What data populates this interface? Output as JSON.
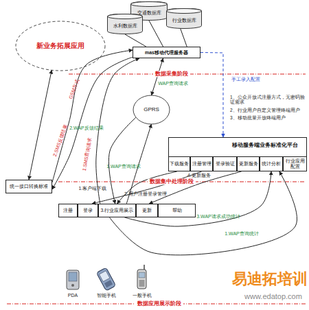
{
  "diagram": {
    "nodes": [
      {
        "text": [
          "交通数据库"
        ]
      },
      {
        "text": [
          "行业数据库"
        ]
      },
      {
        "text": [
          "水利数据库"
        ]
      },
      {
        "text": [
          "新业务拓展应用"
        ]
      },
      {
        "text": [
          "mas移动代理服务器"
        ]
      },
      {
        "text": [
          "GPRS"
        ]
      },
      {
        "text": [
          "统一接口转换标准"
        ]
      },
      {
        "text": [
          "移动服务端业务标准化平台"
        ]
      },
      {
        "text": [
          "下载服务"
        ],
        "in": 7
      },
      {
        "text": [
          "注册管理"
        ],
        "in": 7
      },
      {
        "text": [
          "登录验证"
        ],
        "in": 7
      },
      {
        "text": [
          "更新服务"
        ],
        "in": 7
      },
      {
        "text": [
          "统计分析"
        ],
        "in": 7
      },
      {
        "text": [
          "行业应用配置"
        ],
        "in": 7
      },
      {
        "text": [
          "注册"
        ]
      },
      {
        "text": [
          "登录"
        ]
      },
      {
        "text": [
          "3.行业应用展示"
        ]
      },
      {
        "text": [
          "更新"
        ]
      },
      {
        "text": [
          "帮助"
        ]
      }
    ],
    "edges": [
      {
        "from": 0,
        "to": 4,
        "arrow": "none"
      },
      {
        "from": 1,
        "to": 4,
        "arrow": "none"
      },
      {
        "from": 2,
        "to": 4,
        "arrow": "none"
      },
      {
        "from": 3,
        "to": 6,
        "arrow": "both"
      },
      {
        "from": 6,
        "to": 4,
        "label": "GSM方式",
        "arrow": "to"
      },
      {
        "from": 4,
        "to": 6,
        "label": "2.SMS反馈结果",
        "arrow": "to"
      },
      {
        "from": 16,
        "to": 4,
        "label": "1.SMS查询请求",
        "arrow": "to"
      },
      {
        "from": 5,
        "to": 4,
        "label": "WAP查询请求",
        "arrow": "both"
      },
      {
        "from": 5,
        "to": 16,
        "label": "2.WAP反馈结果",
        "arrow": "to"
      },
      {
        "from": 16,
        "to": 5,
        "label": "1.WAP查询请求",
        "arrow": "to"
      },
      {
        "from": 4,
        "to": 7,
        "label": "手工录入配置",
        "arrow": "to"
      },
      {
        "from": 8,
        "to": 16,
        "label": "1.客户端下载",
        "arrow": "to"
      },
      {
        "from": 9,
        "to": 15,
        "label": "2.用户注册登录管理",
        "arrow": "to"
      },
      {
        "from": 11,
        "to": 17,
        "label": "4.更新服务",
        "arrow": "to"
      },
      {
        "from": 16,
        "to": 12,
        "label": "3.WAP请求成功统计",
        "arrow": "to"
      },
      {
        "from": 16,
        "to": 12,
        "label": "1.WAP查询统计",
        "arrow": "to"
      }
    ],
    "labels": [
      "数据采集阶段",
      "1、公众开放式注册方式，无密码验证需求",
      "2、行业用户自定义管理终端用户",
      "3、移动批量开放终端用户",
      "数据集中处理阶段",
      "PDA",
      "智能手机",
      "一般手机",
      "易迪拓培训",
      "www.edatop.com",
      "数据应用展示阶段"
    ]
  }
}
